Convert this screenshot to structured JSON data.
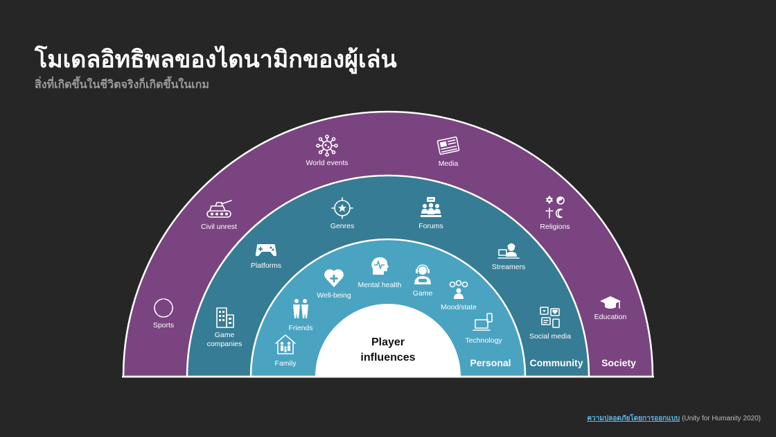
{
  "header": {
    "title": "โมเดลอิทธิพลของไดนามิกของผู้เล่น",
    "subtitle": "สิ่งที่เกิดขึ้นในชีวิตจริงก็เกิดขึ้นในเกม"
  },
  "diagram": {
    "center": {
      "line1": "Player",
      "line2": "influences"
    },
    "rings": {
      "society": {
        "title": "Society",
        "color": "#7a4480",
        "items": [
          {
            "label": "Sports",
            "icon": "soccer-ball-icon"
          },
          {
            "label": "Civil unrest",
            "icon": "tank-icon"
          },
          {
            "label": "World events",
            "icon": "virus-icon"
          },
          {
            "label": "Media",
            "icon": "newspaper-icon"
          },
          {
            "label": "Religions",
            "icon": "religious-symbols-icon"
          },
          {
            "label": "Education",
            "icon": "graduation-cap-icon"
          }
        ]
      },
      "community": {
        "title": "Community",
        "color": "#367c95",
        "items": [
          {
            "label": "Game",
            "label2": "companies",
            "icon": "building-icon"
          },
          {
            "label": "Platforms",
            "icon": "gamepad-icon"
          },
          {
            "label": "Genres",
            "icon": "star-target-icon"
          },
          {
            "label": "Forums",
            "icon": "forum-group-icon"
          },
          {
            "label": "Streamers",
            "icon": "streamer-icon"
          },
          {
            "label": "Social media",
            "icon": "social-media-icon"
          }
        ]
      },
      "personal": {
        "title": "Personal",
        "color": "#4aa3c1",
        "items": [
          {
            "label": "Family",
            "icon": "family-house-icon"
          },
          {
            "label": "Friends",
            "icon": "friends-icon"
          },
          {
            "label": "Well-being",
            "icon": "heart-plus-icon"
          },
          {
            "label": "Mental health",
            "icon": "head-pulse-icon"
          },
          {
            "label": "Game",
            "icon": "gamer-headset-icon"
          },
          {
            "label": "Mood/state",
            "icon": "mood-faces-icon"
          },
          {
            "label": "Technology",
            "icon": "laptop-phone-icon"
          }
        ]
      }
    }
  },
  "citation": {
    "link_text": "ความปลอดภัยโดยการออกแบบ",
    "source_text": "(Unity for Humanity 2020)"
  }
}
